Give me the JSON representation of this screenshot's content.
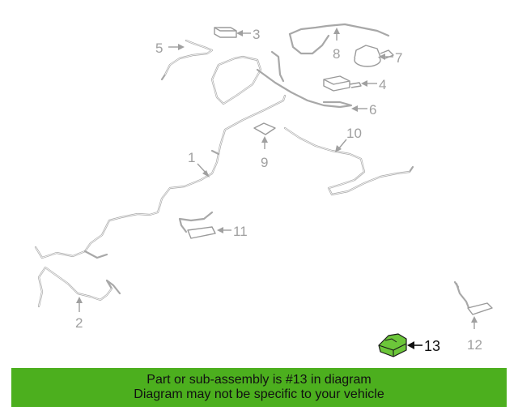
{
  "diagram": {
    "callouts": [
      "1",
      "2",
      "3",
      "4",
      "5",
      "6",
      "7",
      "8",
      "9",
      "10",
      "11",
      "12",
      "13"
    ],
    "highlighted_part": "13",
    "highlight_color": "#6cc63a"
  },
  "banner": {
    "line1": "Part or sub-assembly is #13 in diagram",
    "line2": "Diagram may not be specific to your vehicle",
    "background": "#4caf1e"
  }
}
